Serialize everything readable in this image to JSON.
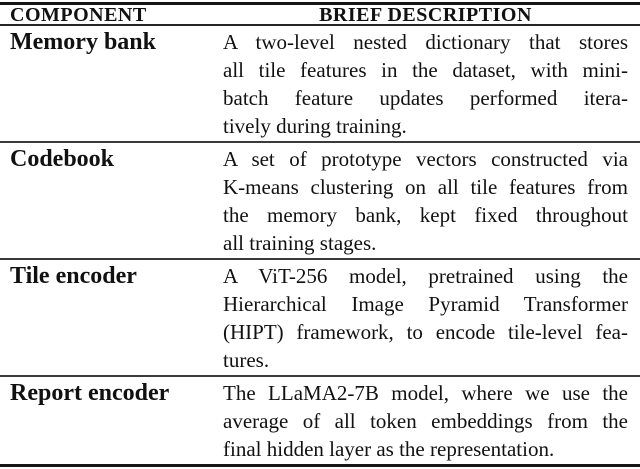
{
  "table": {
    "headers": {
      "component": "COMPONENT",
      "description": "BRIEF DESCRIPTION"
    },
    "rows": [
      {
        "component": "Memory bank",
        "lines": [
          "A two-level nested dictionary that stores",
          "all tile features in the dataset, with mini-",
          "batch feature updates performed itera-",
          "tively during training."
        ]
      },
      {
        "component": "Codebook",
        "lines": [
          "A set of prototype vectors constructed via",
          "K-means clustering on all tile features from",
          "the memory bank, kept fixed throughout",
          "all training stages."
        ]
      },
      {
        "component": "Tile encoder",
        "lines": [
          "A ViT-256 model, pretrained using the",
          "Hierarchical Image Pyramid Transformer",
          "(HIPT) framework, to encode tile-level fea-",
          "tures."
        ]
      },
      {
        "component": "Report encoder",
        "lines": [
          "The LLaMA2-7B model, where we use the",
          "average of all token embeddings from the",
          "final hidden layer as the representation."
        ]
      }
    ]
  },
  "colors": {
    "text": "#111111",
    "rule_heavy": "#161616",
    "rule_light": "#3a3a3a",
    "background": "#ffffff"
  }
}
